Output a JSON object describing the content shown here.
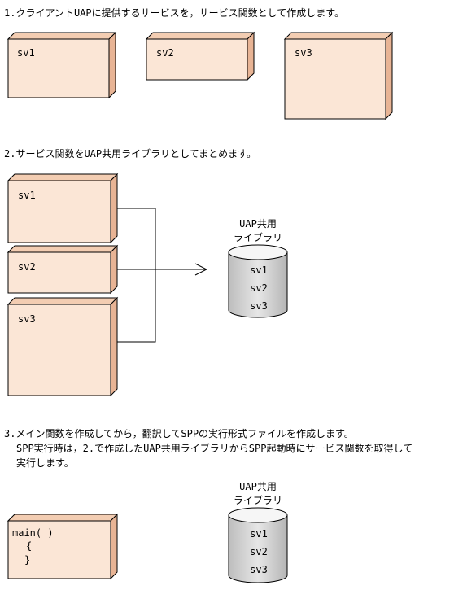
{
  "steps": [
    {
      "text": "1.クライアントUAPに提供するサービスを，サービス関数として作成します。"
    },
    {
      "text": "2.サービス関数をUAP共用ライブラリとしてまとめます。"
    },
    {
      "lines": [
        "3.メイン関数を作成してから，翻訳してSPPの実行形式ファイルを作成します。",
        "SPP実行時は，2.で作成したUAP共用ライブラリからSPP起動時にサービス関数を取得して",
        "実行します。"
      ]
    }
  ],
  "services": [
    "sv1",
    "sv2",
    "sv3"
  ],
  "library": {
    "title_line1": "UAP共用",
    "title_line2": "ライブラリ",
    "items": [
      "sv1",
      "sv2",
      "sv3"
    ]
  },
  "main_code": [
    "main( )",
    "{",
    "}"
  ],
  "colors": {
    "box_fill": "#fbe6d6",
    "box_side": "#e8b495",
    "box_top": "#f3cdb2",
    "cyl_body": "#d8d8d8",
    "cyl_top": "#f6f6f6"
  }
}
